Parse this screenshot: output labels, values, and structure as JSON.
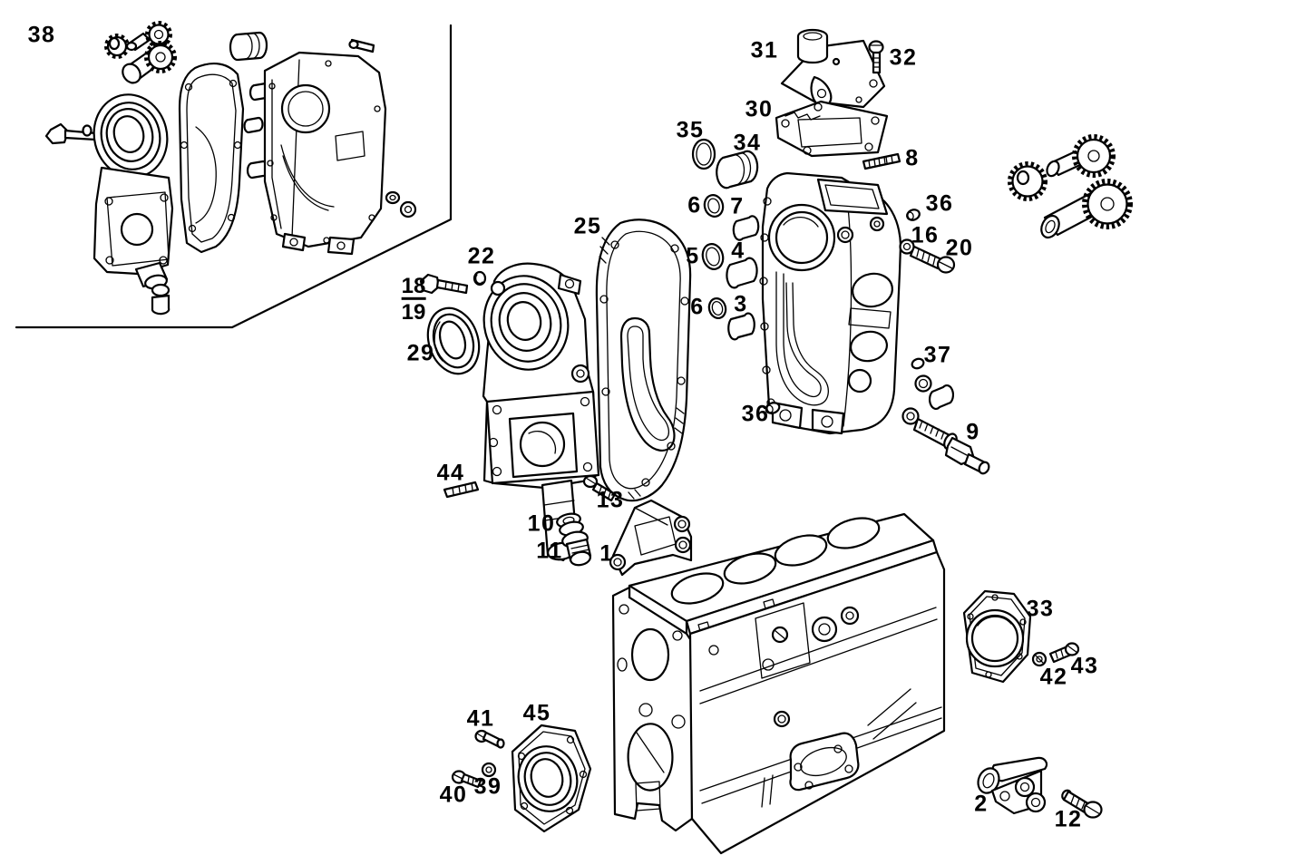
{
  "page": {
    "type": "exploded-parts-diagram",
    "background_color": "#ffffff",
    "ink_color": "#000000"
  },
  "callouts": {
    "c38": {
      "label": "38"
    },
    "c22": {
      "label": "22"
    },
    "c18": {
      "label": "18"
    },
    "c19": {
      "label": "19"
    },
    "c29": {
      "label": "29"
    },
    "c25": {
      "label": "25"
    },
    "c44": {
      "label": "44"
    },
    "c13": {
      "label": "13"
    },
    "c10": {
      "label": "10"
    },
    "c11": {
      "label": "11"
    },
    "c1": {
      "label": "1"
    },
    "c31": {
      "label": "31"
    },
    "c32": {
      "label": "32"
    },
    "c30": {
      "label": "30"
    },
    "c8": {
      "label": "8"
    },
    "c35": {
      "label": "35"
    },
    "c34": {
      "label": "34"
    },
    "c6a": {
      "label": "6"
    },
    "c7": {
      "label": "7"
    },
    "c5": {
      "label": "5"
    },
    "c4": {
      "label": "4"
    },
    "c6b": {
      "label": "6"
    },
    "c3": {
      "label": "3"
    },
    "c36a": {
      "label": "36"
    },
    "c16": {
      "label": "16"
    },
    "c20": {
      "label": "20"
    },
    "c37": {
      "label": "37"
    },
    "c36b": {
      "label": "36"
    },
    "c9": {
      "label": "9"
    },
    "c33": {
      "label": "33"
    },
    "c42": {
      "label": "42"
    },
    "c43": {
      "label": "43"
    },
    "c41": {
      "label": "41"
    },
    "c45": {
      "label": "45"
    },
    "c39": {
      "label": "39"
    },
    "c40": {
      "label": "40"
    },
    "c2": {
      "label": "2"
    },
    "c12": {
      "label": "12"
    }
  }
}
